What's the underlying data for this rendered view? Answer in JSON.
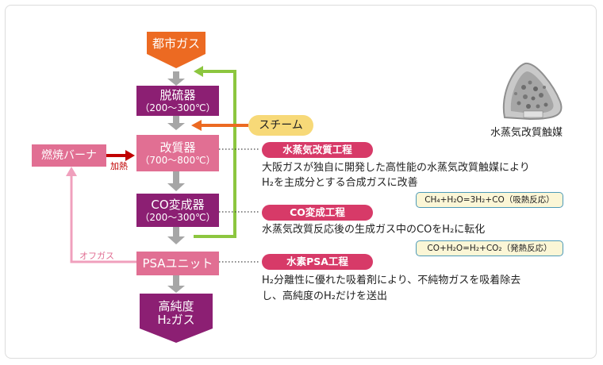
{
  "city_gas": "都市ガス",
  "desulfurizer": {
    "title": "脱硫器",
    "temp": "（200～300℃）"
  },
  "reformer": {
    "title": "改質器",
    "temp": "（700～800℃）"
  },
  "co_converter": {
    "title": "CO変成器",
    "temp": "（200～300℃）"
  },
  "psa_unit": "PSAユニット",
  "product": {
    "line1": "高純度",
    "line2": "H₂ガス"
  },
  "burner": "燃焼バーナ",
  "heating": "加熱",
  "offgas": "オフガス",
  "steam": "スチーム",
  "catalyst_caption": "水蒸気改質触媒",
  "catalyst_chip_text": "",
  "processes": [
    {
      "name": "水蒸気改質工程",
      "line1": "大阪ガスが独自に開発した高性能の水蒸気改質触媒により",
      "line2": "H₂を主成分とする合成ガスに改善",
      "equation": "CH₄+H₂O=3H₂+CO（吸熱反応）"
    },
    {
      "name": "CO変成工程",
      "line1": "水蒸気改質反応後の生成ガス中のCOをH₂に転化",
      "equation": "CO+H₂O=H₂+CO₂（発熱反応）"
    },
    {
      "name": "水素PSA工程",
      "line1": "H₂分離性に優れた吸着剤により、不純物ガスを吸着除去",
      "line2": "し、高純度のH₂だけを送出"
    }
  ],
  "colors": {
    "purple": "#8c1f73",
    "pink": "#e16f93",
    "orange": "#ec6a22",
    "green": "#8cc63f",
    "red": "#c00000",
    "light_pink": "#f0a0bd",
    "gray": "#a6a6a6",
    "pill": "#d73a68"
  }
}
